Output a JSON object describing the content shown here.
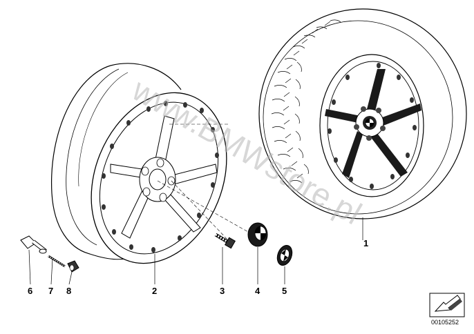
{
  "watermark": "www.BMWstore.pl",
  "reference_number": "00105252",
  "callouts": [
    {
      "label": "1",
      "part": "complete-wheel"
    },
    {
      "label": "2",
      "part": "light-alloy-rim"
    },
    {
      "label": "3",
      "part": "wheel-bolt"
    },
    {
      "label": "4",
      "part": "hub-cap"
    },
    {
      "label": "5",
      "part": "emblem"
    },
    {
      "label": "6",
      "part": "tire-valve"
    },
    {
      "label": "7",
      "part": "valve-core"
    },
    {
      "label": "8",
      "part": "valve-cap"
    }
  ]
}
